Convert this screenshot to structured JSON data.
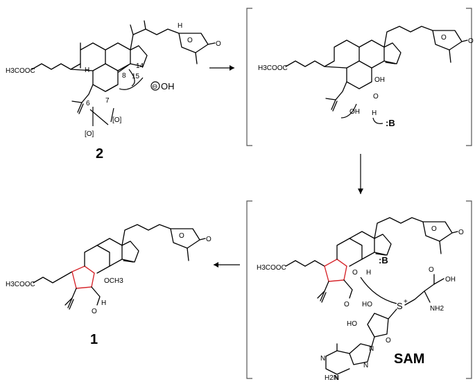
{
  "compounds": {
    "c2": {
      "label": "2",
      "ester": "H3COOC",
      "h8": "H",
      "lactone_o1": "O",
      "lactone_o2": "O",
      "n6": "6",
      "n7": "7",
      "n8": "8",
      "n14": "14",
      "n15": "15",
      "ox1": "[O]",
      "ox2": "[O]",
      "hydroxide": "OH",
      "charge": "⊖"
    },
    "int1": {
      "ester": "H3COOC",
      "oh1": "OH",
      "oh2": "OH",
      "o": "O",
      "h": "H",
      "base": ":B",
      "lactone_o1": "O",
      "lactone_o2": "O"
    },
    "int2": {
      "ester": "H3COOC",
      "o": "O",
      "h": "H",
      "base": ":B",
      "cho": "O",
      "lactone_o1": "O",
      "lactone_o2": "O"
    },
    "sam": {
      "label": "SAM",
      "s": "S",
      "plus": "+",
      "cooh": "OH",
      "co": "O",
      "nh2": "NH2",
      "ho1": "HO",
      "ho2": "HO",
      "o": "O",
      "n1": "N",
      "n2": "N",
      "n3": "N",
      "n4": "N",
      "nh2b": "H2N"
    },
    "c1": {
      "label": "1",
      "ester": "H3COOC",
      "och3": "OCH3",
      "h": "H",
      "cho": "O",
      "lactone_o1": "O",
      "lactone_o2": "O"
    }
  }
}
